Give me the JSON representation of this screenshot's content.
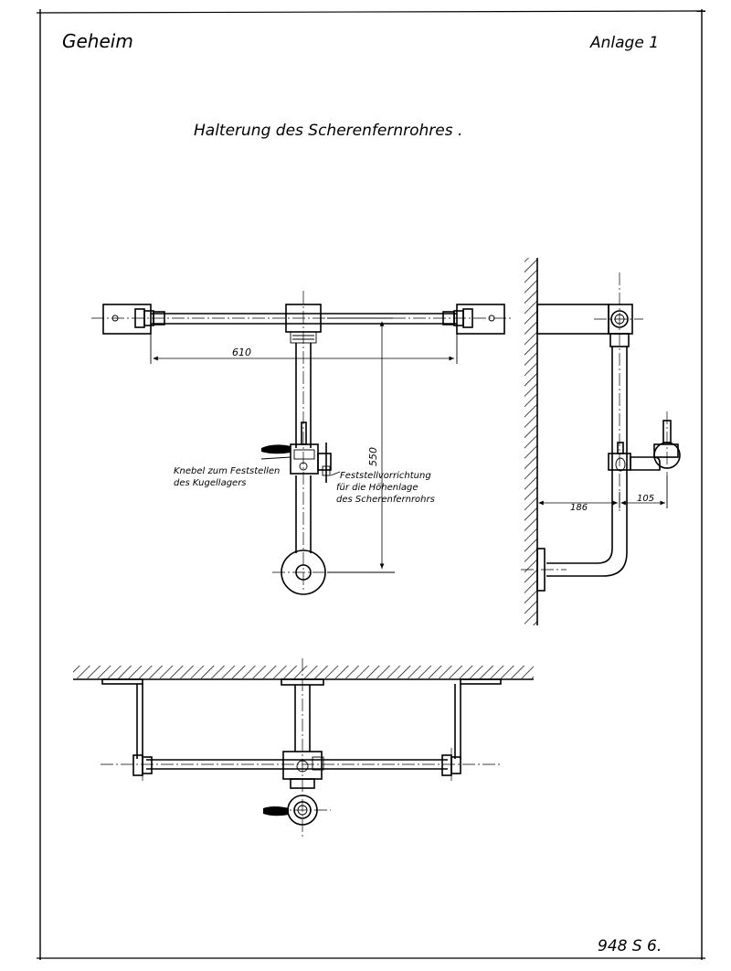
{
  "header": {
    "left": "Geheim",
    "right": "Anlage 1"
  },
  "title": "Halterung des Scherenfernrohres .",
  "dimensions": {
    "width_top": "610",
    "height_top": "550",
    "side_left": "186",
    "side_right": "105"
  },
  "annotations": {
    "knebel_line1": "Knebel zum Feststellen",
    "knebel_line2": "des Kugellagers",
    "fest_line1": "Feststellvorrichtung",
    "fest_line2": "für die Höhenlage",
    "fest_line3": "des Scherenfernrohrs"
  },
  "footer": {
    "number": "948 S 6."
  }
}
